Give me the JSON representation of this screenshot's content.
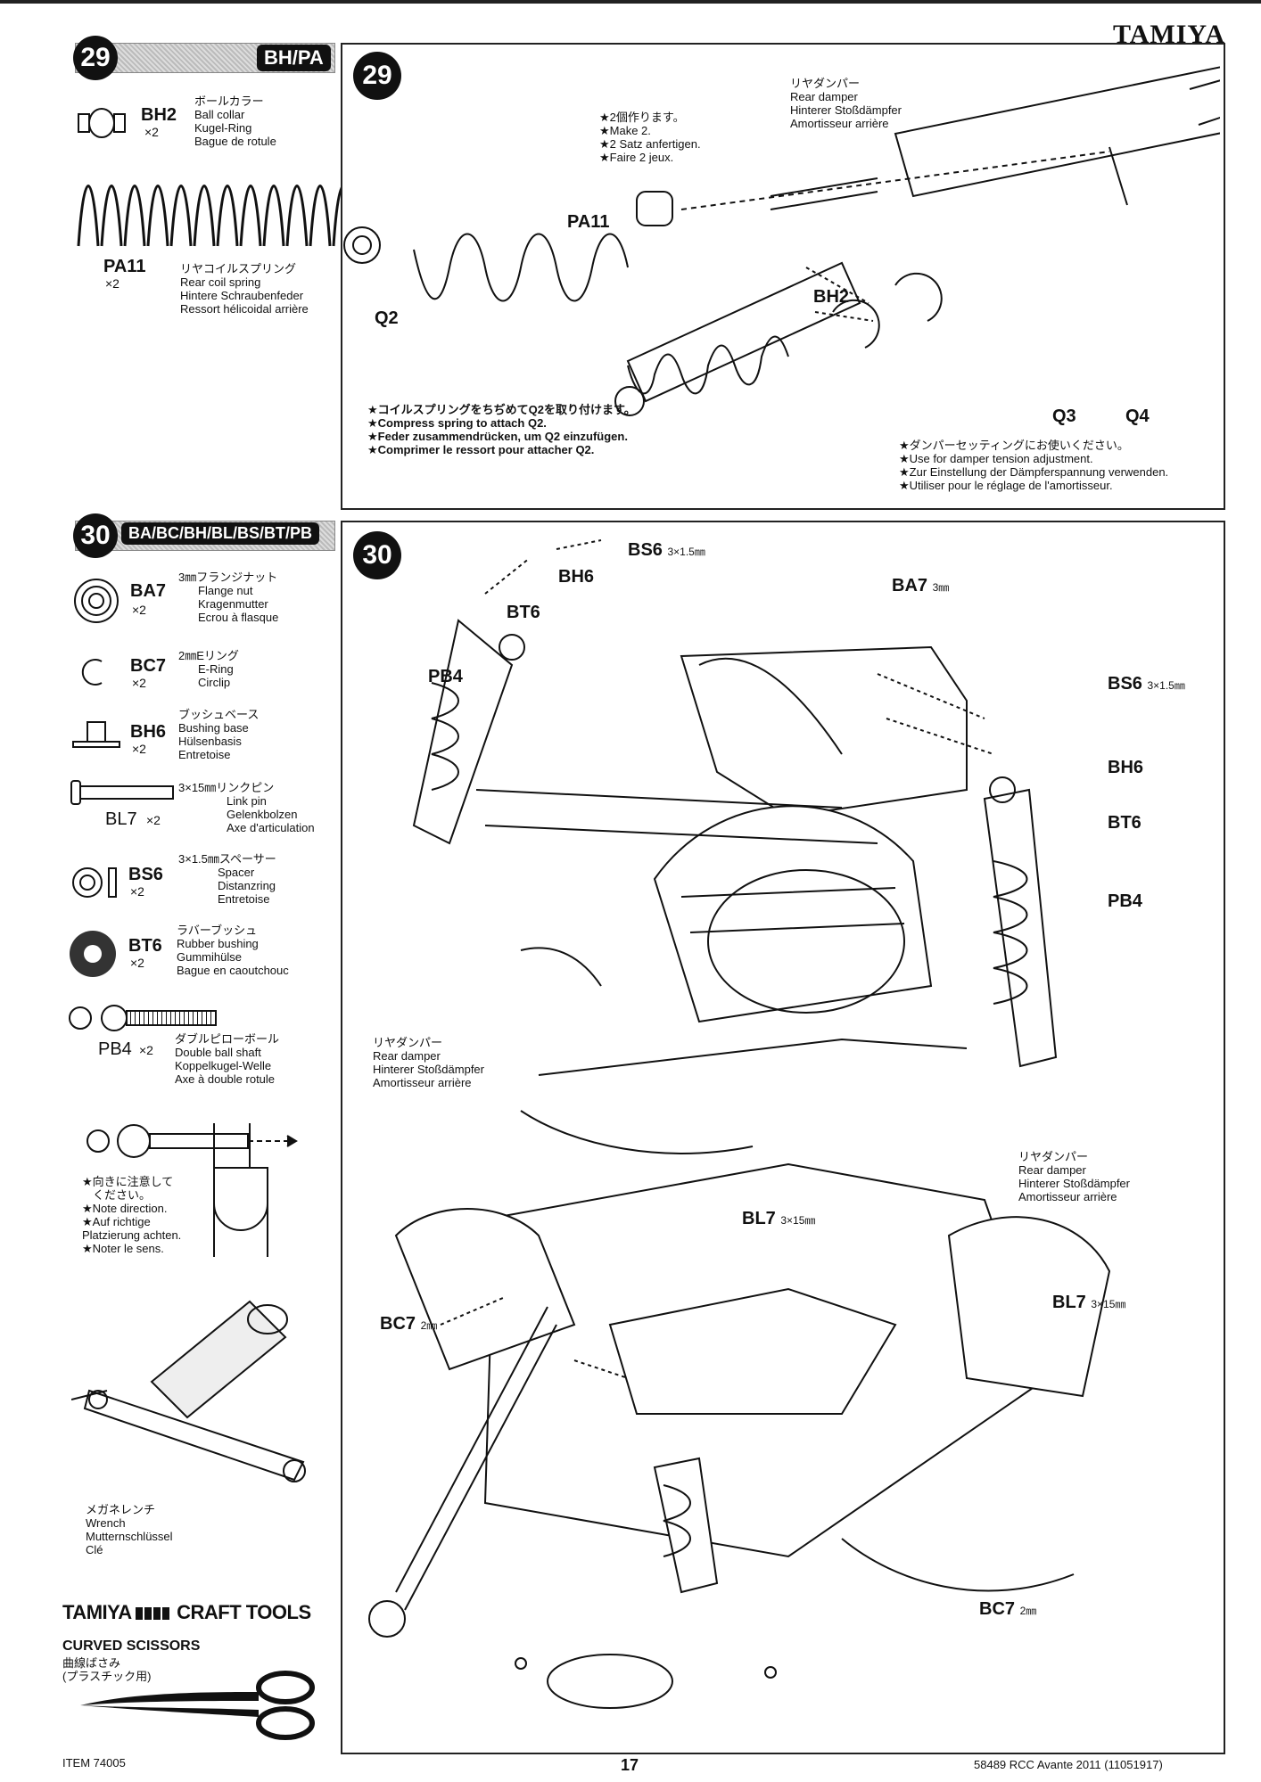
{
  "brand": "TAMIYA",
  "page_number": "17",
  "footer_code": "58489 RCC Avante 2011 (11051917)",
  "step29": {
    "number": "29",
    "bag": "BH/PA",
    "parts": [
      {
        "code": "BH2",
        "qty": "×2",
        "names": [
          "ボールカラー",
          "Ball collar",
          "Kugel-Ring",
          "Bague de rotule"
        ]
      },
      {
        "code": "PA11",
        "qty": "×2",
        "names": [
          "リヤコイルスプリング",
          "Rear coil spring",
          "Hintere Schraubenfeder",
          "Ressort hélicoidal arrière"
        ]
      }
    ],
    "make_note": [
      "★2個作ります。",
      "★Make 2.",
      "★2 Satz anfertigen.",
      "★Faire 2 jeux."
    ],
    "rear_damper": [
      "リヤダンパー",
      "Rear damper",
      "Hinterer Stoßdämpfer",
      "Amortisseur arrière"
    ],
    "labels": {
      "pa11": "PA11",
      "bh2": "BH2",
      "q2": "Q2",
      "q3": "Q3",
      "q4": "Q4"
    },
    "spring_note": [
      "★コイルスプリングをちぢめてQ2を取り付けます。",
      "★Compress spring to attach Q2.",
      "★Feder zusammendrücken, um Q2 einzufügen.",
      "★Comprimer le ressort pour attacher Q2."
    ],
    "setting_note": [
      "★ダンパーセッティングにお使いください。",
      "★Use for damper tension adjustment.",
      "★Zur Einstellung der Dämpferspannung verwenden.",
      "★Utiliser pour le réglage de l'amortisseur."
    ]
  },
  "step30": {
    "number": "30",
    "bag": "BA/BC/BH/BL/BS/BT/PB",
    "parts": [
      {
        "code": "BA7",
        "qty": "×2",
        "names": [
          "3㎜フランジナット",
          "Flange nut",
          "Kragenmutter",
          "Ecrou à flasque"
        ]
      },
      {
        "code": "BC7",
        "qty": "×2",
        "names": [
          "2㎜Eリング",
          "E-Ring",
          "Circlip"
        ]
      },
      {
        "code": "BH6",
        "qty": "×2",
        "names": [
          "ブッシュベース",
          "Bushing base",
          "Hülsenbasis",
          "Entretoise"
        ]
      },
      {
        "code": "BL7",
        "qty": "×2",
        "names": [
          "3×15㎜リンクピン",
          "Link pin",
          "Gelenkbolzen",
          "Axe d'articulation"
        ]
      },
      {
        "code": "BS6",
        "qty": "×2",
        "names": [
          "3×1.5㎜スペーサー",
          "Spacer",
          "Distanzring",
          "Entretoise"
        ]
      },
      {
        "code": "BT6",
        "qty": "×2",
        "names": [
          "ラバーブッシュ",
          "Rubber bushing",
          "Gummihülse",
          "Bague en caoutchouc"
        ]
      },
      {
        "code": "PB4",
        "qty": "×2",
        "names": [
          "ダブルピローボール",
          "Double ball shaft",
          "Koppelkugel-Welle",
          "Axe à double rotule"
        ]
      }
    ],
    "direction_note": [
      "★向きに注意して",
      "ください。",
      "★Note direction.",
      "★Auf richtige",
      "Platzierung achten.",
      "★Noter le sens."
    ],
    "wrench": [
      "メガネレンチ",
      "Wrench",
      "Mutternschlüssel",
      "Clé"
    ],
    "callouts": {
      "bs6_top": "BS6",
      "bs6_top_size": "3×1.5㎜",
      "bh6_left": "BH6",
      "bt6_left": "BT6",
      "ba7": "BA7",
      "ba7_size": "3㎜",
      "pb4_left": "PB4",
      "bs6_right": "BS6",
      "bs6_right_size": "3×1.5㎜",
      "bh6_right": "BH6",
      "bt6_right": "BT6",
      "pb4_right": "PB4",
      "bl7_top": "BL7",
      "bl7_top_size": "3×15㎜",
      "bl7_right": "BL7",
      "bl7_right_size": "3×15㎜",
      "bc7_left": "BC7",
      "bc7_left_size": "2㎜",
      "bc7_right": "BC7",
      "bc7_right_size": "2㎜"
    },
    "rear_damper_left": [
      "リヤダンパー",
      "Rear damper",
      "Hinterer Stoßdämpfer",
      "Amortisseur arrière"
    ],
    "rear_damper_right": [
      "リヤダンパー",
      "Rear damper",
      "Hinterer Stoßdämpfer",
      "Amortisseur arrière"
    ]
  },
  "craft_tools": {
    "brand": "TAMIYA",
    "title": "CRAFT TOOLS",
    "product": "CURVED SCISSORS",
    "jp": [
      "曲線ばさみ",
      "(プラスチック用)"
    ],
    "item": "ITEM 74005"
  }
}
